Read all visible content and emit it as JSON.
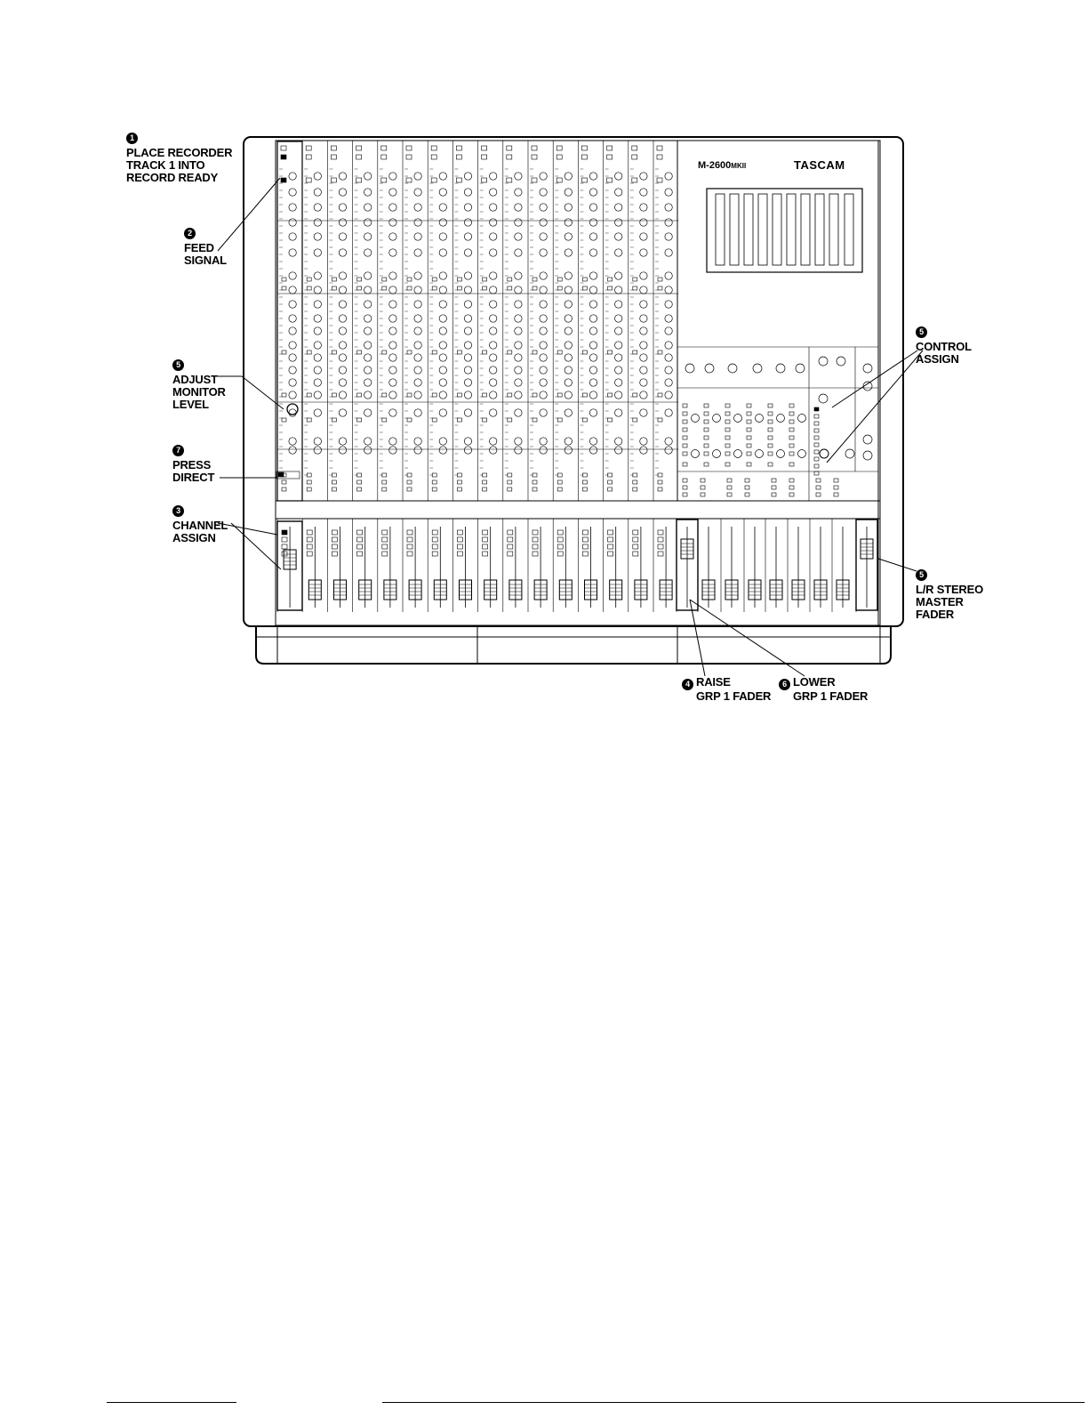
{
  "mixer": {
    "model_main": "M-2600",
    "model_suffix": "MKII",
    "brand": "TASCAM"
  },
  "callouts": [
    {
      "id": "step-1",
      "number": "1",
      "lines": [
        "PLACE RECORDER",
        "TRACK 1 INTO",
        "RECORD READY"
      ]
    },
    {
      "id": "step-2",
      "number": "2",
      "lines": [
        "FEED",
        "SIGNAL"
      ]
    },
    {
      "id": "step-5a",
      "number": "5",
      "lines": [
        "ADJUST",
        "MONITOR",
        "LEVEL"
      ]
    },
    {
      "id": "step-7",
      "number": "7",
      "lines": [
        "PRESS",
        "DIRECT"
      ]
    },
    {
      "id": "step-3",
      "number": "3",
      "lines": [
        "CHANNEL",
        "ASSIGN"
      ]
    },
    {
      "id": "step-5b",
      "number": "5",
      "lines": [
        "CONTROL",
        "ASSIGN"
      ]
    },
    {
      "id": "step-5c",
      "number": "5",
      "lines": [
        "L/R STEREO",
        "MASTER",
        "FADER"
      ]
    },
    {
      "id": "step-4",
      "number": "4",
      "lines": [
        "RAISE",
        "GRP 1 FADER"
      ]
    },
    {
      "id": "step-6",
      "number": "6",
      "lines": [
        "LOWER",
        "GRP 1 FADER"
      ]
    }
  ]
}
